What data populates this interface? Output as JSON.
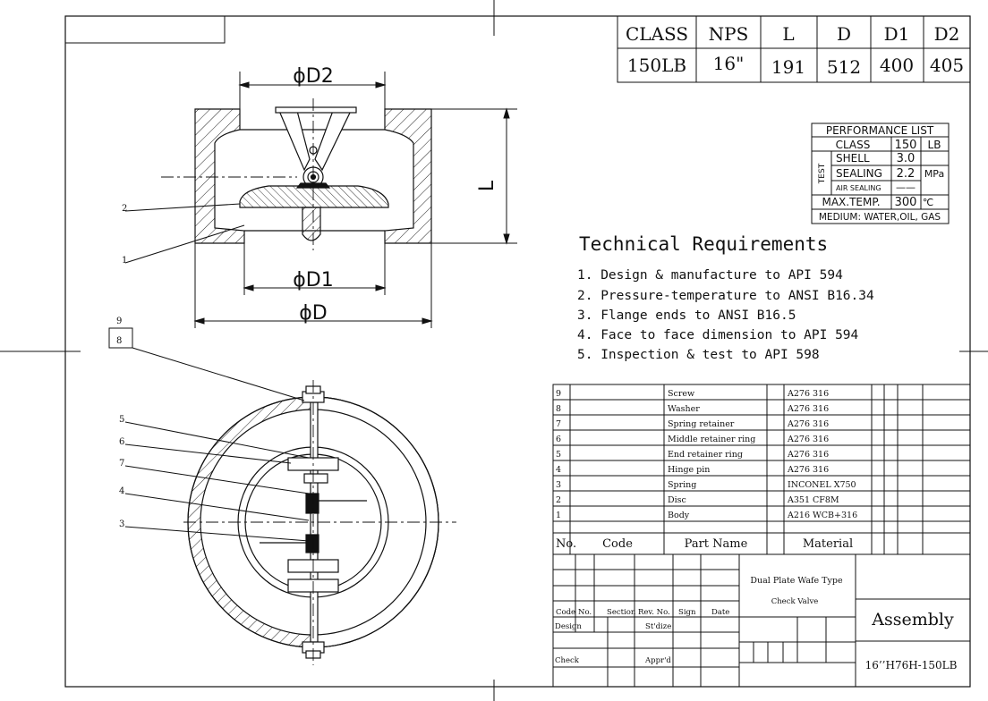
{
  "dimension_table": {
    "headers": [
      "CLASS",
      "NPS",
      "L",
      "D",
      "D1",
      "D2"
    ],
    "values": [
      "150LB",
      "16\"",
      "191",
      "512",
      "400",
      "405"
    ]
  },
  "drawing_labels": {
    "d2": "ϕD2",
    "d1": "ϕD1",
    "d": "ϕD",
    "l": "L",
    "leader_1": "1",
    "leader_2": "2",
    "leader_3": "3",
    "leader_4": "4",
    "leader_5": "5",
    "leader_6": "6",
    "leader_7": "7",
    "leader_8": "8",
    "leader_9": "9"
  },
  "performance": {
    "title": "PERFORMANCE LIST",
    "class_label": "CLASS",
    "class_value": "150",
    "class_unit": "LB",
    "test_label": "TEST",
    "shell_label": "SHELL",
    "shell_value": "3.0",
    "sealing_label": "SEALING",
    "sealing_value": "2.2",
    "pressure_unit": "MPa",
    "air_label": "AIR SEALING",
    "air_value": "——",
    "maxtemp_label": "MAX.TEMP.",
    "maxtemp_value": "300",
    "temp_unit": "℃",
    "medium": "MEDIUM: WATER,OIL, GAS"
  },
  "technical": {
    "title": "Technical Requirements",
    "items": [
      "1. Design & manufacture to API 594",
      "2. Pressure-temperature to ANSI B16.34",
      "3. Flange ends to ANSI B16.5",
      "4. Face to face dimension to API 594",
      "5. Inspection & test to API 598"
    ]
  },
  "parts": {
    "headers": {
      "no": "No.",
      "code": "Code",
      "name": "Part Name",
      "material": "Material"
    },
    "rows": [
      {
        "no": "9",
        "name": "Screw",
        "material": "A276 316"
      },
      {
        "no": "8",
        "name": "Washer",
        "material": "A276 316"
      },
      {
        "no": "7",
        "name": "Spring retainer",
        "material": "A276 316"
      },
      {
        "no": "6",
        "name": "Middle retainer ring",
        "material": "A276 316"
      },
      {
        "no": "5",
        "name": "End retainer ring",
        "material": "A276 316"
      },
      {
        "no": "4",
        "name": "Hinge pin",
        "material": "A276 316"
      },
      {
        "no": "3",
        "name": "Spring",
        "material": "INCONEL X750"
      },
      {
        "no": "2",
        "name": "Disc",
        "material": "A351 CF8M"
      },
      {
        "no": "1",
        "name": "Body",
        "material": "A216 WCB+316"
      }
    ]
  },
  "title_block": {
    "product_line1": "Dual Plate Wafe Type",
    "product_line2": "Check Valve",
    "drawing_type": "Assembly",
    "drawing_no": "16’’H76H-150LB",
    "code": "Code",
    "no": "No.",
    "section": "Section",
    "rev_no": "Rev. No.",
    "sign": "Sign",
    "date": "Date",
    "design": "Design",
    "stdize": "St'dize",
    "check": "Check",
    "apprd": "Appr'd"
  }
}
